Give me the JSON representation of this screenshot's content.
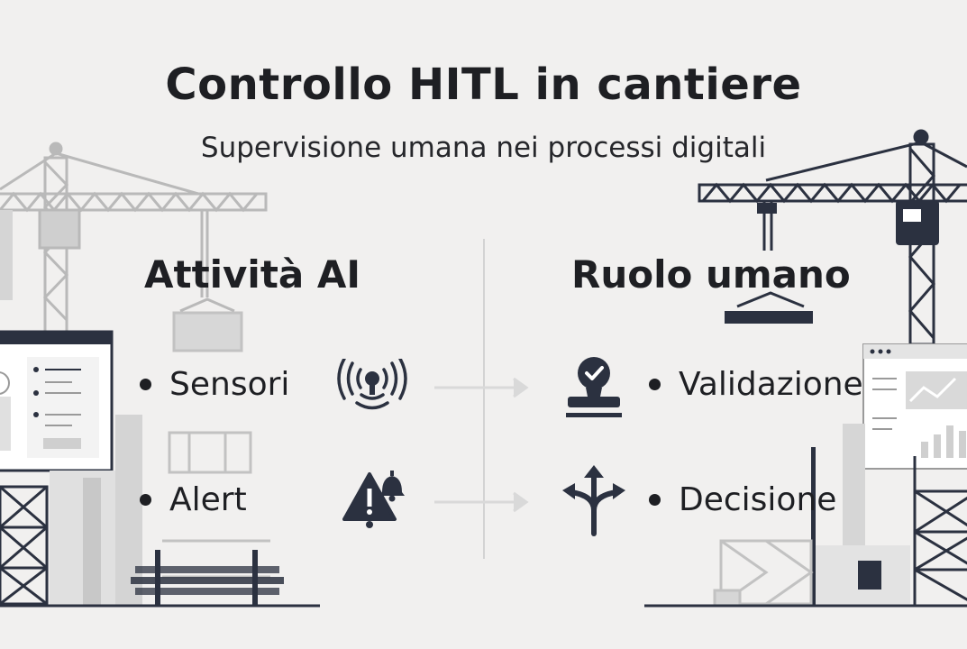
{
  "header": {
    "title": "Controllo HITL in cantiere",
    "subtitle": "Supervisione umana nei processi digitali"
  },
  "left_column": {
    "heading": "Attività AI",
    "items": [
      "Sensori",
      "Alert"
    ]
  },
  "right_column": {
    "heading": "Ruolo umano",
    "items": [
      "Validazione",
      "Decisione"
    ]
  },
  "icons": {
    "sensori": "sensor-waves-icon",
    "alert": "warning-bell-icon",
    "validazione": "approval-stamp-icon",
    "decisione": "split-arrows-icon"
  },
  "colors": {
    "background": "#f1f0ef",
    "text": "#1e1f23",
    "icon_dark": "#2b3140",
    "line_gray": "#b9b9b9",
    "arrow_light": "#d9d9d9"
  }
}
